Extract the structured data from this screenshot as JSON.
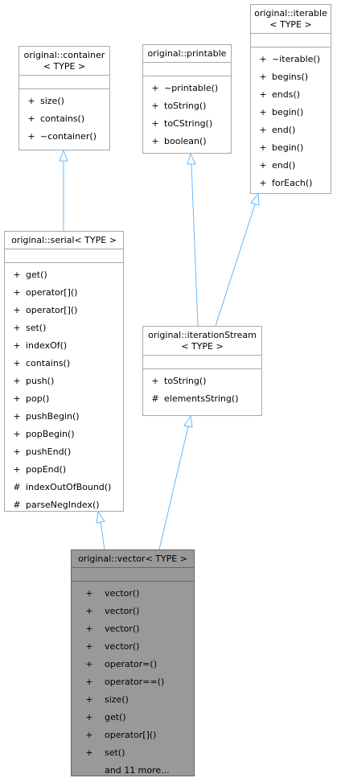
{
  "classes": {
    "container": {
      "title_line1": "original::container",
      "title_line2": "< TYPE >",
      "ops": [
        {
          "vis": "+",
          "name": "size()"
        },
        {
          "vis": "+",
          "name": "contains()"
        },
        {
          "vis": "+",
          "name": "~container()"
        }
      ]
    },
    "printable": {
      "title_line1": "original::printable",
      "ops": [
        {
          "vis": "+",
          "name": "~printable()"
        },
        {
          "vis": "+",
          "name": "toString()"
        },
        {
          "vis": "+",
          "name": "toCString()"
        },
        {
          "vis": "+",
          "name": "boolean()"
        }
      ]
    },
    "iterable": {
      "title_line1": "original::iterable",
      "title_line2": "< TYPE >",
      "ops": [
        {
          "vis": "+",
          "name": "~iterable()"
        },
        {
          "vis": "+",
          "name": "begins()"
        },
        {
          "vis": "+",
          "name": "ends()"
        },
        {
          "vis": "+",
          "name": "begin()"
        },
        {
          "vis": "+",
          "name": "end()"
        },
        {
          "vis": "+",
          "name": "begin()"
        },
        {
          "vis": "+",
          "name": "end()"
        },
        {
          "vis": "+",
          "name": "forEach()"
        }
      ]
    },
    "serial": {
      "title_line1": "original::serial< TYPE >",
      "ops": [
        {
          "vis": "+",
          "name": "get()"
        },
        {
          "vis": "+",
          "name": "operator[]()"
        },
        {
          "vis": "+",
          "name": "operator[]()"
        },
        {
          "vis": "+",
          "name": "set()"
        },
        {
          "vis": "+",
          "name": "indexOf()"
        },
        {
          "vis": "+",
          "name": "contains()"
        },
        {
          "vis": "+",
          "name": "push()"
        },
        {
          "vis": "+",
          "name": "pop()"
        },
        {
          "vis": "+",
          "name": "pushBegin()"
        },
        {
          "vis": "+",
          "name": "popBegin()"
        },
        {
          "vis": "+",
          "name": "pushEnd()"
        },
        {
          "vis": "+",
          "name": "popEnd()"
        },
        {
          "vis": "#",
          "name": "indexOutOfBound()"
        },
        {
          "vis": "#",
          "name": "parseNegIndex()"
        }
      ]
    },
    "iterationStream": {
      "title_line1": "original::iterationStream",
      "title_line2": "< TYPE >",
      "ops": [
        {
          "vis": "+",
          "name": "toString()"
        },
        {
          "vis": "#",
          "name": "elementsString()"
        }
      ]
    },
    "vector": {
      "title_line1": "original::vector< TYPE >",
      "ops": [
        {
          "vis": "+",
          "name": "vector()"
        },
        {
          "vis": "+",
          "name": "vector()"
        },
        {
          "vis": "+",
          "name": "vector()"
        },
        {
          "vis": "+",
          "name": "vector()"
        },
        {
          "vis": "+",
          "name": "operator=()"
        },
        {
          "vis": "+",
          "name": "operator==()"
        },
        {
          "vis": "+",
          "name": "size()"
        },
        {
          "vis": "+",
          "name": "get()"
        },
        {
          "vis": "+",
          "name": "operator[]()"
        },
        {
          "vis": "+",
          "name": "set()"
        }
      ],
      "more": "and 11 more..."
    }
  },
  "colors": {
    "edge": "#63b8ff",
    "border": "#a9a9a9",
    "highlight_fill": "#999999",
    "highlight_border": "#666666"
  }
}
